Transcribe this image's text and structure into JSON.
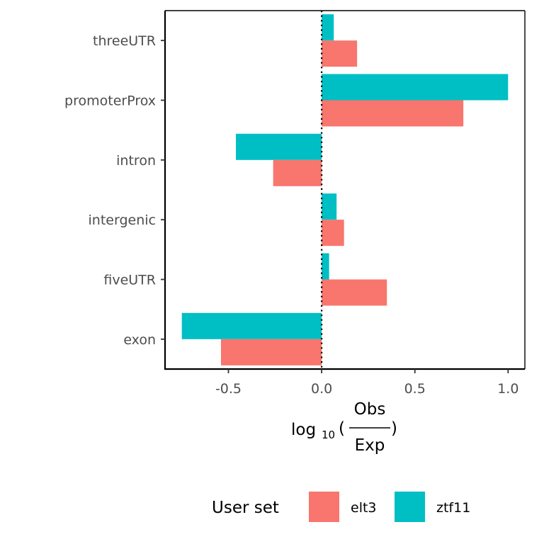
{
  "chart_data": {
    "type": "bar",
    "orientation": "horizontal",
    "categories": [
      "threeUTR",
      "promoterProx",
      "intron",
      "intergenic",
      "fiveUTR",
      "exon"
    ],
    "series": [
      {
        "name": "ztf11",
        "color": "#00BFC4",
        "values": [
          0.065,
          1.0,
          -0.46,
          0.08,
          0.04,
          -0.75
        ]
      },
      {
        "name": "elt3",
        "color": "#F8766D",
        "values": [
          0.19,
          0.76,
          -0.26,
          0.12,
          0.35,
          -0.54
        ]
      }
    ],
    "xlim": [
      -0.84,
      1.09
    ],
    "xticks": [
      -0.5,
      0.0,
      0.5,
      1.0
    ],
    "xtick_labels": [
      "-0.5",
      "0.0",
      "0.5",
      "1.0"
    ],
    "xlabel": {
      "prefix": "log",
      "subscript": "10",
      "numerator": "Obs",
      "denominator": "Exp"
    },
    "ylabel": "",
    "reference_line": {
      "x": 0,
      "style": "dotted"
    },
    "legend": {
      "title": "User set",
      "position": "bottom",
      "entries": [
        {
          "label": "elt3",
          "color": "#F8766D"
        },
        {
          "label": "ztf11",
          "color": "#00BFC4"
        }
      ]
    },
    "grid": false
  }
}
